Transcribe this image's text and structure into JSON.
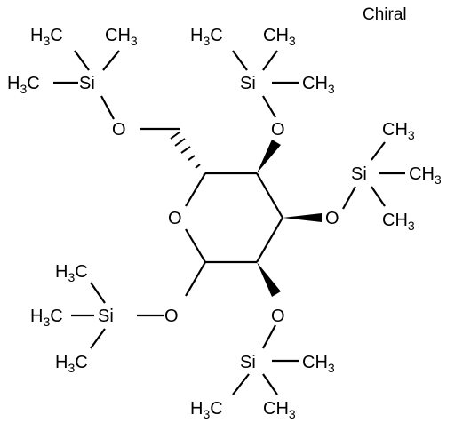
{
  "molecule": {
    "chiral_label": "Chiral",
    "atoms": {
      "tms_top_left": {
        "si": "Si",
        "methyl_a": "H3C",
        "methyl_b": "CH3",
        "methyl_c": "H3C"
      },
      "tms_top_mid": {
        "si": "Si",
        "methyl_a": "H3C",
        "methyl_b": "CH3",
        "methyl_c": "CH3"
      },
      "tms_right": {
        "si": "Si",
        "methyl_a": "CH3",
        "methyl_b": "CH3",
        "methyl_c": "CH3"
      },
      "tms_bottom_left": {
        "si": "Si",
        "methyl_a": "H3C",
        "methyl_b": "H3C",
        "methyl_c": "H3C"
      },
      "tms_bottom_mid": {
        "si": "Si",
        "methyl_a": "CH3",
        "methyl_b": "H3C",
        "methyl_c": "CH3"
      },
      "oxygens": {
        "o6": "O",
        "o4": "O",
        "o3": "O",
        "ring": "O",
        "o1": "O",
        "o2": "O"
      }
    }
  }
}
